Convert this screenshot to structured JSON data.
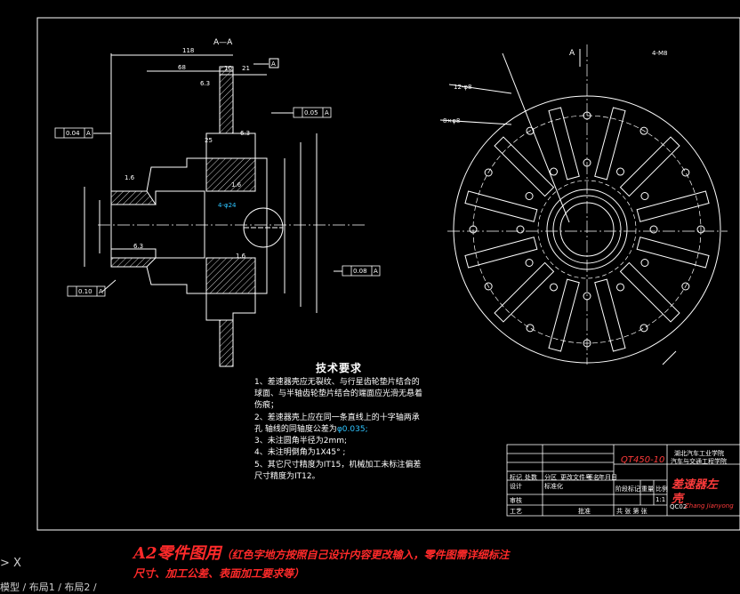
{
  "section_label": "A—A",
  "view_arrow_label": "A",
  "dimensions": {
    "d118": "118",
    "d68": "68",
    "d10": "10",
    "d21": "21",
    "r63a": "6.3",
    "r63b": "6.3",
    "r63c": "6.3",
    "r16a": "1.6",
    "r16b": "1.6",
    "r16c": "1.6",
    "r25": "25",
    "hole": "4-φ24",
    "tol_a": "0.04",
    "tol_b": "0.05",
    "tol_c": "0.10",
    "tol_d": "0.08",
    "datum": "A",
    "holes12": "12-φ8",
    "holes8": "8×φ8",
    "right_top": "4-M8"
  },
  "tech_req": {
    "title": "技术要求",
    "lines": [
      "1、差速器壳应无裂纹、与行星齿轮垫片结合的",
      "球面、与半轴齿轮垫片结合的端面应光滑无悬着",
      "伤痕；",
      "2、差速器壳上应在同一条直线上的十字轴两承",
      "孔      轴线的同轴度公差为",
      "3、未注圆角半径为2mm;",
      "4、未注明倒角为1X45°      ;",
      "5、其它尺寸精度为IT15，机械加工未标注偏差",
      "尺寸精度为IT12。"
    ],
    "tolerance_value": "φ0.035;"
  },
  "title_block": {
    "material": "QT450-10",
    "school": "湖北汽车工业学院",
    "dept": "汽车与交通工程学院",
    "part_name": "差速器左",
    "part_name2": "壳",
    "drawing_no": "QC02",
    "author": "Zhang Jianyong",
    "scale_label": "比例",
    "weight_label": "重量",
    "stage_label": "阶段标记",
    "sheet_label": "共  张  第  张",
    "ratio": "1:1",
    "design": "设计",
    "check": "审核",
    "process": "工艺",
    "std": "标准化",
    "mark": "标记",
    "qty": "处数",
    "zone": "分区",
    "doc": "更改文件号",
    "sign": "签名",
    "date": "年月日",
    "approve": "批准"
  },
  "caption": {
    "title": "A2零件图用",
    "note1": "（红色字地方按照自己设计内容更改输入，零件图需详细标注",
    "note2": "尺寸、加工公差、表面加工要求等）"
  },
  "command_prompt": "> X",
  "layout_tabs": "模型 / 布局1 / 布局2 /",
  "colors": {
    "background": "#000000",
    "lines": "#ffffff",
    "accent": "#ff2a2a",
    "dim_blue": "#2ec4ff"
  }
}
